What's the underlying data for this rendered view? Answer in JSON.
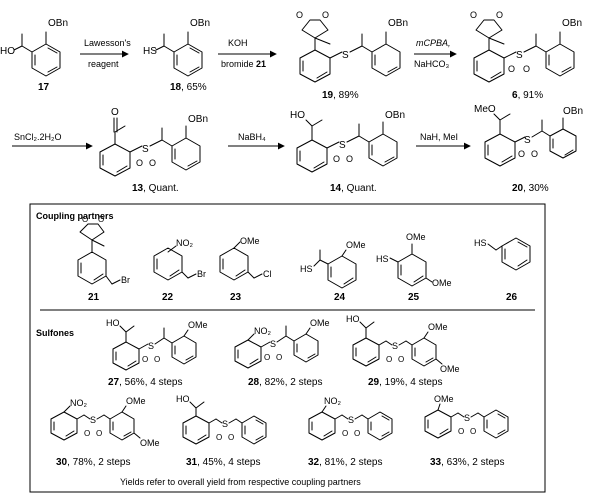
{
  "row1": {
    "compound_17": {
      "id": "17",
      "substituent": "OBn",
      "hydroxyl": "HO"
    },
    "arrow_1": {
      "reagent_line1": "Lawesson's",
      "reagent_line2": "reagent"
    },
    "compound_18": {
      "id": "18",
      "yield": ", 65%",
      "substituent": "OBn",
      "thiol": "HS"
    },
    "arrow_2": {
      "reagent_line1": "KOH",
      "reagent_line2_prefix": "bromide ",
      "reagent_line2_bold": "21"
    },
    "compound_19": {
      "id": "19",
      "yield": ", 89%",
      "substituent": "OBn",
      "sulfur": "S"
    },
    "arrow_3": {
      "reagent_line1": "mCPBA,",
      "reagent_line2": "NaHCO₃"
    },
    "compound_6": {
      "id": "6",
      "yield": ", 91%",
      "substituent": "OBn",
      "sulfur": "S",
      "oxygen": "O"
    }
  },
  "row2": {
    "arrow_4": {
      "reagent": "SnCl₂.2H₂O"
    },
    "compound_13": {
      "id": "13",
      "yield": ", Quant.",
      "substituent": "OBn",
      "oxygen": "O",
      "sulfur": "S"
    },
    "arrow_5": {
      "reagent": "NaBH₄"
    },
    "compound_14": {
      "id": "14",
      "yield": ", Quant.",
      "substituent": "OBn",
      "hydroxyl": "HO",
      "sulfur": "S",
      "oxygen": "O"
    },
    "arrow_6": {
      "reagent": "NaH, MeI"
    },
    "compound_20": {
      "id": "20",
      "yield": ", 30%",
      "substituent": "OBn",
      "methoxy": "MeO",
      "sulfur": "S",
      "oxygen": "O"
    }
  },
  "box": {
    "coupling_title": "Coupling partners",
    "partners": [
      {
        "id": "21",
        "labels": [
          "O",
          "O",
          "Br"
        ]
      },
      {
        "id": "22",
        "labels": [
          "NO₂",
          "Br"
        ]
      },
      {
        "id": "23",
        "labels": [
          "OMe",
          "Cl"
        ]
      },
      {
        "id": "24",
        "labels": [
          "OMe",
          "HS"
        ]
      },
      {
        "id": "25",
        "labels": [
          "OMe",
          "HS",
          "OMe"
        ]
      },
      {
        "id": "26",
        "labels": [
          "HS"
        ]
      }
    ],
    "sulfones_title": "Sulfones",
    "sulfones": [
      {
        "id": "27",
        "caption": ", 56%, 4 steps"
      },
      {
        "id": "28",
        "caption": ", 82%, 2 steps"
      },
      {
        "id": "29",
        "caption": ", 19%, 4 steps"
      },
      {
        "id": "30",
        "caption": ", 78%, 2 steps"
      },
      {
        "id": "31",
        "caption": ", 45%, 4 steps"
      },
      {
        "id": "32",
        "caption": ", 81%, 2 steps"
      },
      {
        "id": "33",
        "caption": ", 63%, 2 steps"
      }
    ],
    "sulfone_labels": {
      "ho": "HO",
      "ome": "OMe",
      "no2": "NO₂",
      "s": "S",
      "o": "O"
    },
    "footnote": "Yields refer to overall yield from respective coupling partners"
  }
}
